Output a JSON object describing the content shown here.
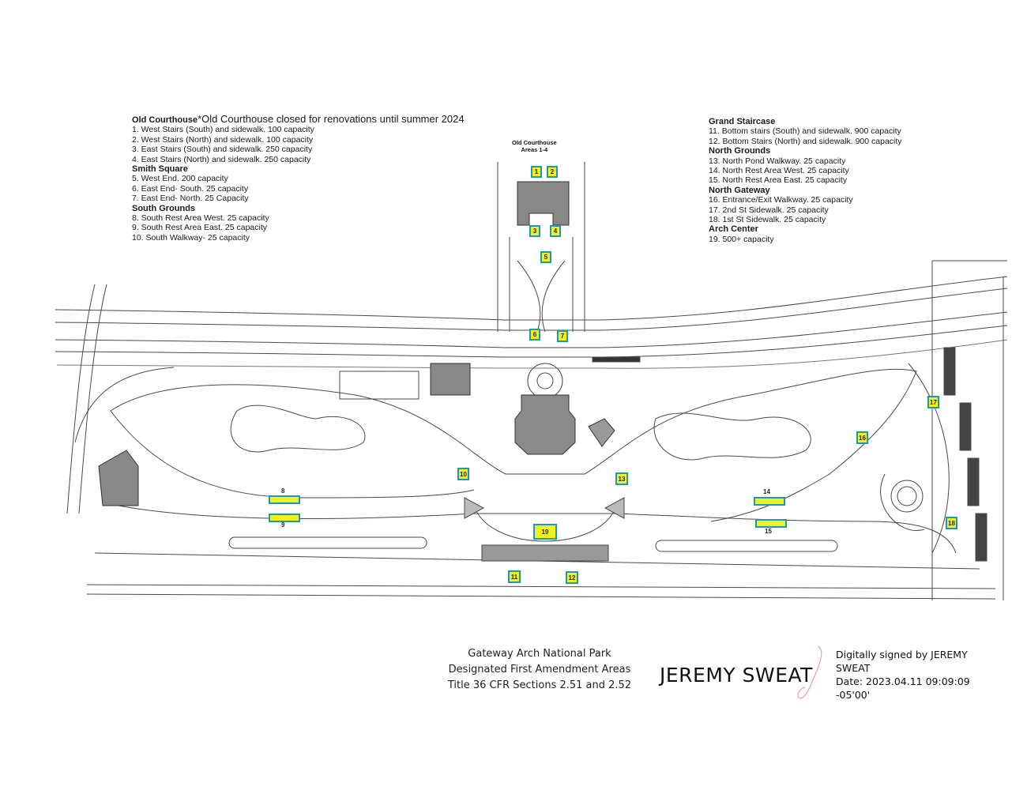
{
  "legend_left": {
    "note": "*Old Courthouse closed for renovations until summer 2024",
    "groups": [
      {
        "heading": "Old Courthouse",
        "items": [
          "1. West Stairs (South) and sidewalk. 100 capacity",
          "2. West Stairs (North) and sidewalk. 100 capacity",
          "3. East Stairs (South) and sidewalk. 250 capacity",
          "4. East Stairs (North) and sidewalk. 250 capacity"
        ]
      },
      {
        "heading": "Smith Square",
        "items": [
          "5. West End. 200 capacity",
          "6. East End- South. 25 capacity",
          "7. East End- North. 25 Capacity"
        ]
      },
      {
        "heading": "South Grounds",
        "items": [
          "8. South Rest Area West. 25 capacity",
          "9. South Rest Area East. 25 capacity",
          "10. South Walkway- 25 capacity"
        ]
      }
    ]
  },
  "legend_right": {
    "groups": [
      {
        "heading": "Grand Staircase",
        "items": [
          "11. Bottom stairs (South) and sidewalk. 900 capacity",
          "12. Bottom Stairs (North) and sidewalk. 900 capacity"
        ]
      },
      {
        "heading": "North Grounds",
        "items": [
          "13. North Pond Walkway. 25 capacity",
          "14. North Rest Area West. 25 capacity",
          "15. North Rest Area East. 25 capacity"
        ]
      },
      {
        "heading": "North Gateway",
        "items": [
          "16. Entrance/Exit Walkway. 25 capacity",
          "17. 2nd St Sidewalk. 25 capacity",
          "18. 1st St Sidewalk. 25 capacity"
        ]
      },
      {
        "heading": "Arch Center",
        "items": [
          "19. 500+ capacity"
        ]
      }
    ]
  },
  "map_label_old_courthouse": {
    "line1": "Old Courthouse",
    "line2": "Areas 1-4"
  },
  "markers": [
    "1",
    "2",
    "3",
    "4",
    "5",
    "6",
    "7",
    "8",
    "9",
    "10",
    "11",
    "12",
    "13",
    "14",
    "15",
    "16",
    "17",
    "18",
    "19"
  ],
  "footer": {
    "line1": "Gateway Arch National Park",
    "line2": "Designated First Amendment Areas",
    "line3": "Title 36 CFR Sections 2.51 and 2.52"
  },
  "signature": {
    "name": "JEREMY SWEAT",
    "line1": "Digitally signed by JEREMY",
    "line2": "SWEAT",
    "line3": "Date: 2023.04.11 09:09:09",
    "line4": "-05'00'"
  },
  "colors": {
    "marker_fill": "#f3f021",
    "marker_border": "#1a9bb3",
    "lines": "#555555"
  }
}
